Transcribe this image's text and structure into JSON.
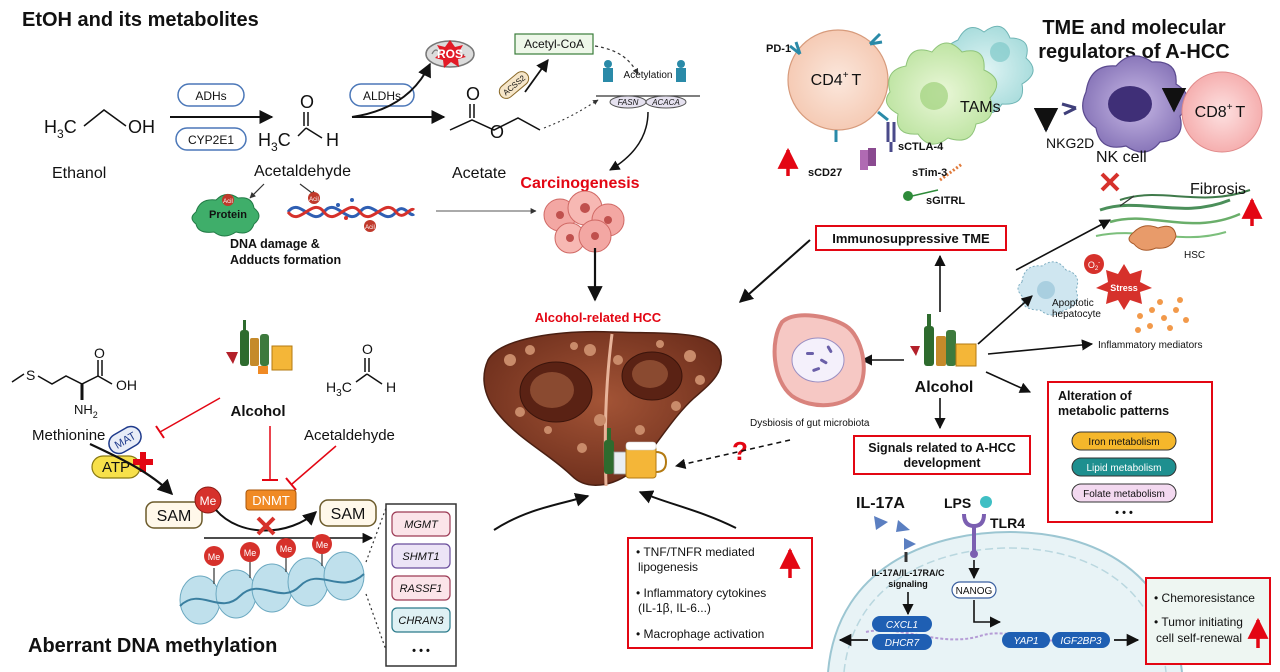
{
  "sections": {
    "top_left": "EtOH and its metabolites",
    "top_right_line1": "TME and molecular",
    "top_right_line2": "regulators of A-HCC",
    "bottom_left": "Aberrant DNA methylation"
  },
  "metabolism": {
    "ethanol_formula_h3c": "H",
    "ethanol_sub": "3",
    "ethanol_c": "C",
    "ethanol_oh": "OH",
    "ethanol": "Ethanol",
    "adh": "ADHs",
    "cyp": "CYP2E1",
    "aldh": "ALDHs",
    "acetaldehyde_o": "O",
    "acetaldehyde_h": "H",
    "acetaldehyde_h3c": "H",
    "acetaldehyde_sub": "3",
    "acetaldehyde_c": "C",
    "acetaldehyde": "Acetaldehyde",
    "acetate": "Acetate",
    "ros": "ROS",
    "acetyl_coa": "Acetyl-CoA",
    "acss2": "ACSS2",
    "acetylation": "Acetylation",
    "fasn": "FASN",
    "acaca": "ACACA",
    "carcinogenesis": "Carcinogenesis",
    "protein": "Protein",
    "adduct_tag": "Acil",
    "dna_damage_line1": "DNA damage &",
    "dna_damage_line2": "Adducts formation"
  },
  "center": {
    "hcc": "Alcohol-related HCC",
    "question": "?"
  },
  "tme": {
    "pd1": "PD-1",
    "cd4": "CD4",
    "cd4_sup": "+",
    "cd4_t": "T",
    "tams": "TAMs",
    "sctla4": "sCTLA-4",
    "scd27": "sCD27",
    "stim3": "sTim-3",
    "sgitrl": "sGITRL",
    "nkg2d": "NKG2D",
    "nk": "NK cell",
    "cd8": "CD8",
    "cd8_sup": "+",
    "cd8_t": "T",
    "fibrosis": "Fibrosis",
    "hsc": "HSC",
    "immuno": "Immunosuppressive TME",
    "apoptotic_line1": "Apoptotic",
    "apoptotic_line2": "hepatocyte",
    "o2": "O",
    "o2_sub": "2",
    "o2_sup": "-",
    "stress": "Stress",
    "inflam_mediators": "Inflammatory mediators"
  },
  "right_center": {
    "alcohol": "Alcohol",
    "dysbiosis": "Dysbiosis of gut microbiota",
    "signals_line1": "Signals related to A-HCC",
    "signals_line2": "development",
    "alteration_line1": "Alteration of",
    "alteration_line2": "metabolic patterns",
    "iron": "Iron metabolism",
    "lipid": "Lipid metabolism",
    "folate": "Folate metabolism",
    "dots": "• • •"
  },
  "signaling": {
    "il17a": "IL-17A",
    "lps": "LPS",
    "tlr4": "TLR4",
    "il17_signal_line1": "IL-17A/IL-17RA/C",
    "il17_signal_line2": "signaling",
    "nanog": "NANOG",
    "cxcl1": "CXCL1",
    "dhcr7": "DHCR7",
    "yap1": "YAP1",
    "igf2bp3": "IGF2BP3",
    "chemo": "Chemoresistance",
    "tumor_line1": "Tumor initiating",
    "tumor_line2": "cell self-renewal"
  },
  "bottom_center": {
    "tnf_line1": "TNF/TNFR mediated",
    "tnf_line2": "lipogenesis",
    "cyto_line1": "Inflammatory cytokines",
    "cyto_line2": "(IL-1β, IL-6...)",
    "macrophage": "Macrophage activation"
  },
  "methylation": {
    "methionine": "Methionine",
    "nh": "NH",
    "nh_sub": "2",
    "oh": "OH",
    "o": "O",
    "s": "S",
    "mat": "MAT",
    "atp": "ATP",
    "sam_left": "SAM",
    "sam_right": "SAM",
    "me": "Me",
    "alcohol": "Alcohol",
    "dnmt": "DNMT",
    "acetaldehyde": "Acetaldehyde",
    "acetaldehyde_o": "O",
    "acetaldehyde_h": "H",
    "acetaldehyde_h3c": "H",
    "acetaldehyde_sub": "3",
    "acetaldehyde_c": "C",
    "genes": [
      "MGMT",
      "SHMT1",
      "RASSF1",
      "CHRAN3"
    ],
    "gene_dots": "• • •"
  },
  "colors": {
    "red": "#e30613",
    "arrow": "#111111",
    "blue_text": "#1f3b8c",
    "dnmt_fill": "#f08a24",
    "me_fill": "#d6312b",
    "sam_fill": "#fff8ea",
    "iron_fill": "#f5b72b",
    "lipid_fill": "#1e8f8f",
    "folate_fill": "#f3d9f0"
  }
}
